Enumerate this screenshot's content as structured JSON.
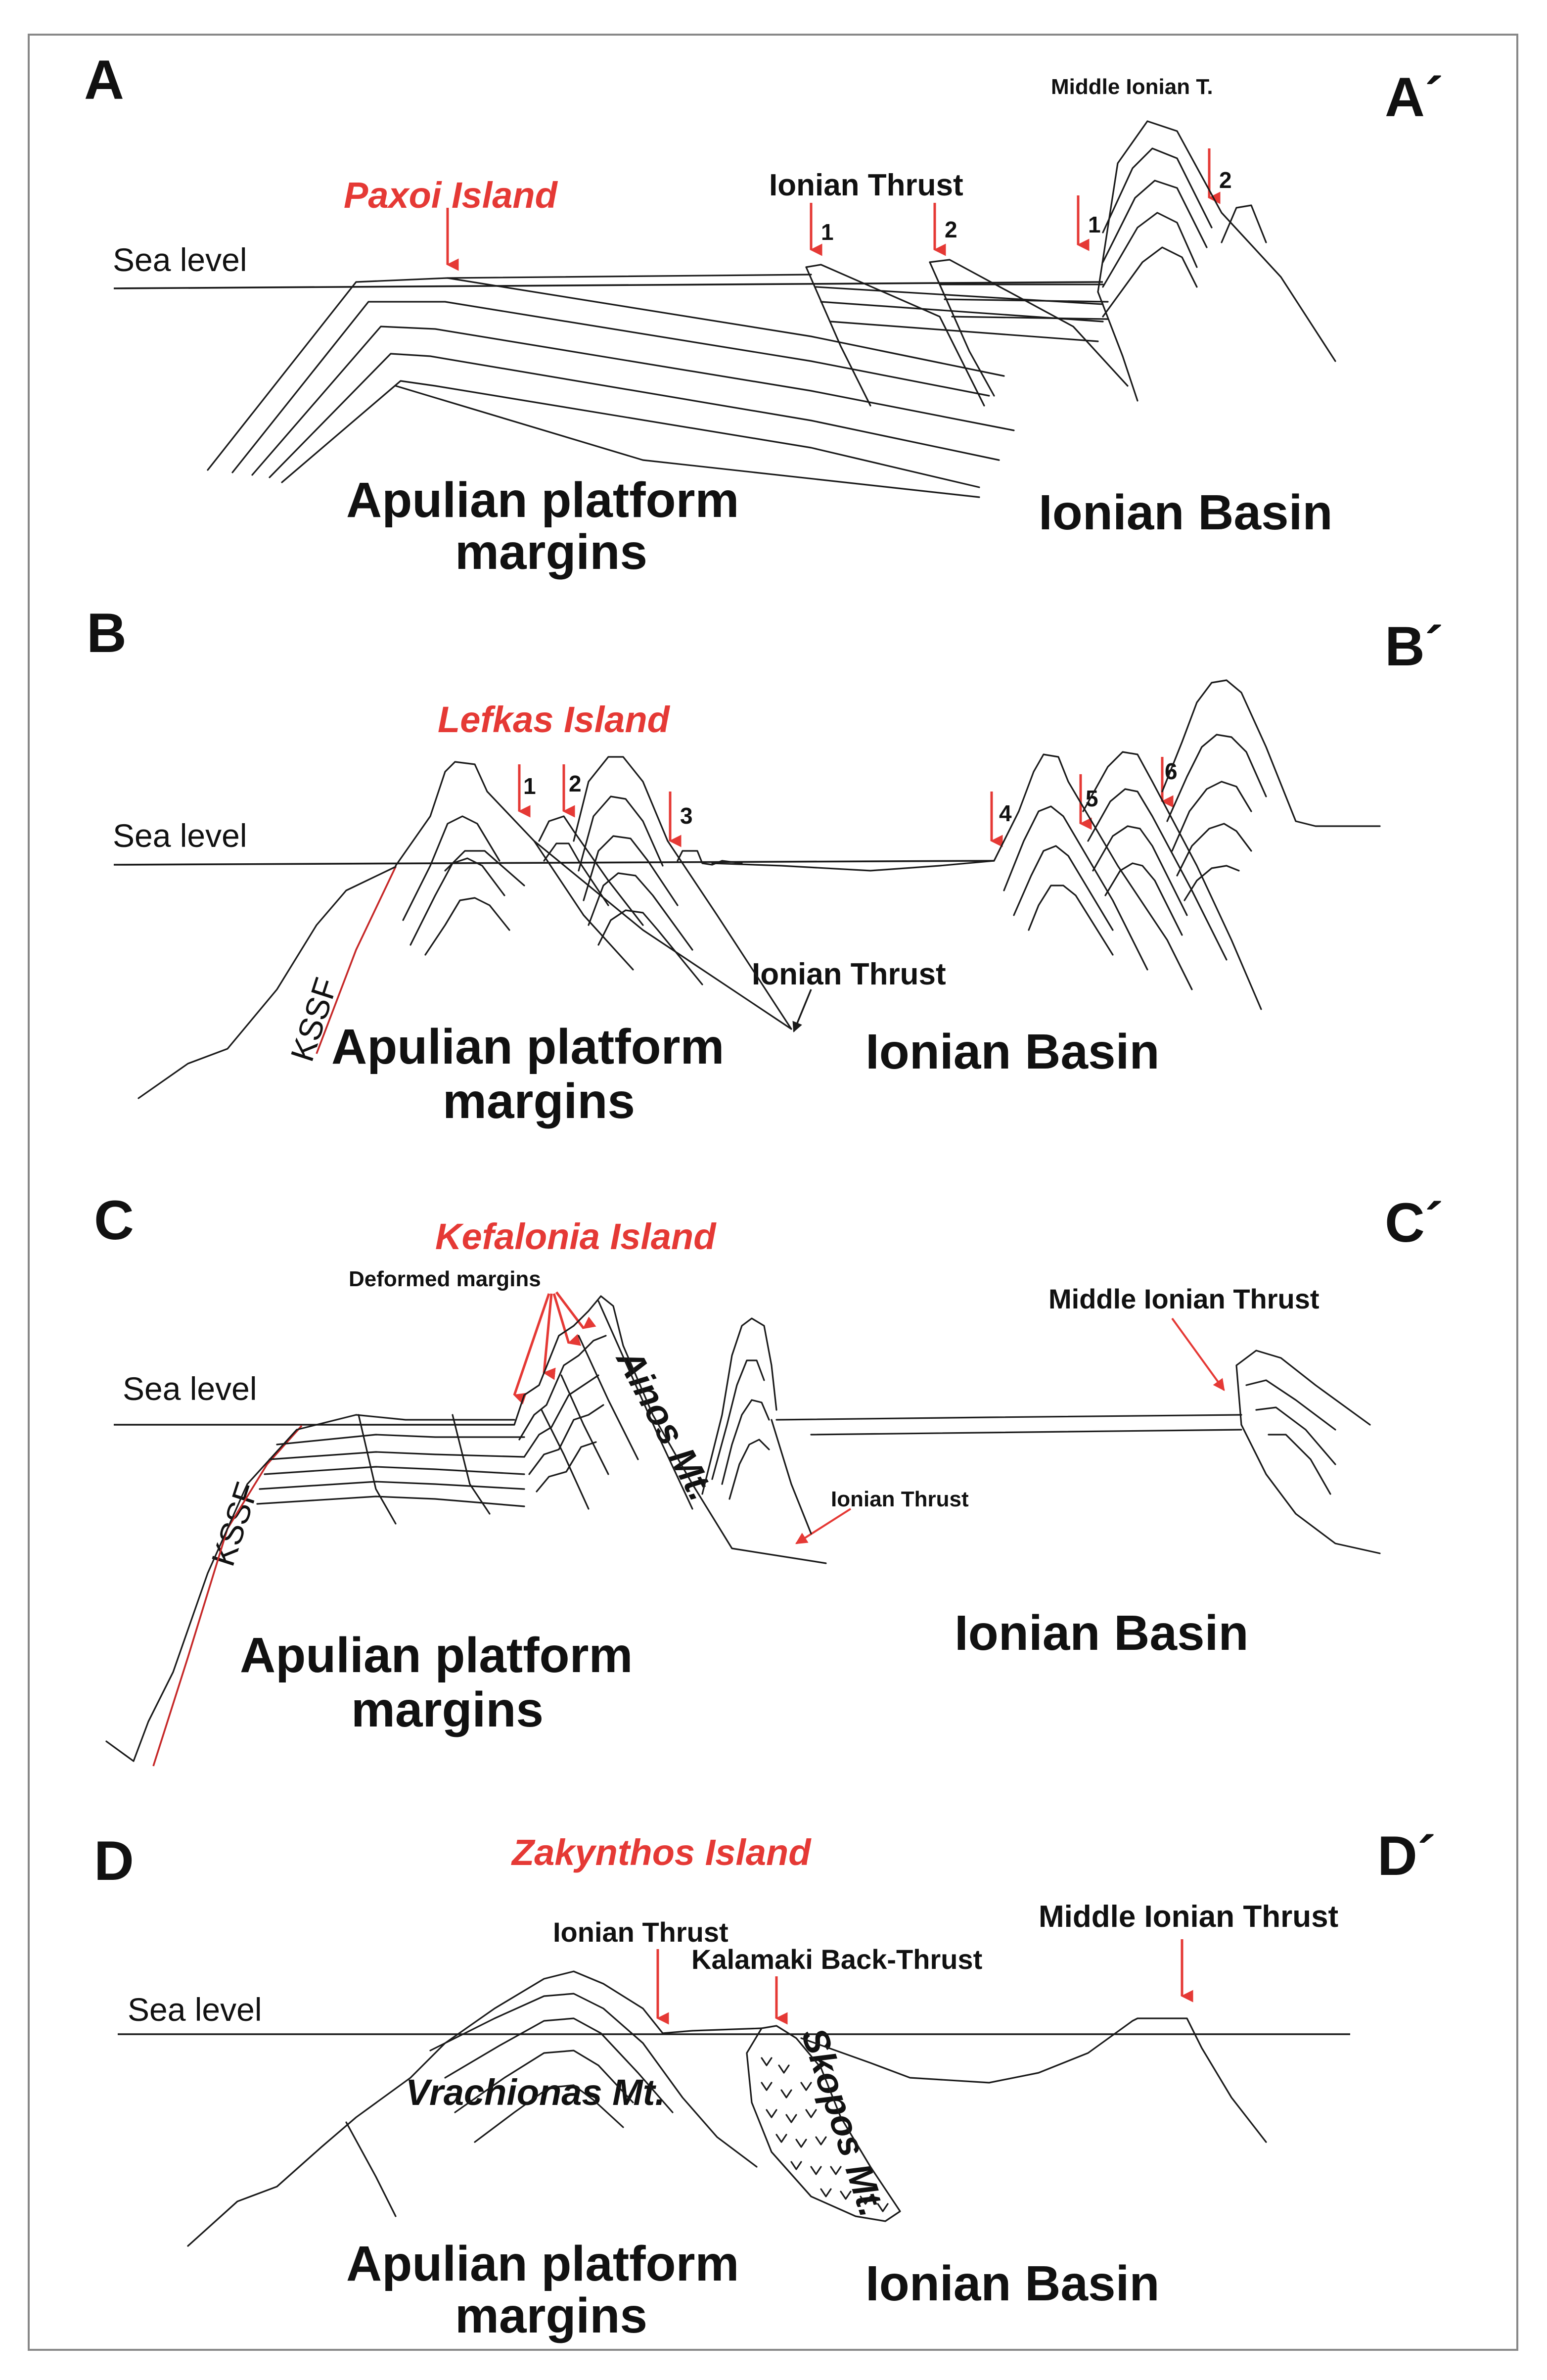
{
  "sections": [
    {
      "id": "A",
      "start_label": "A",
      "end_label": "A´",
      "island": "Paxoi Island",
      "sea_level": "Sea level",
      "thrust_label": "Ionian Thrust",
      "thrust_numbers": [
        "1",
        "2"
      ],
      "middle_label": "Middle Ionian T.",
      "middle_numbers": [
        "1",
        "2"
      ],
      "platform_label_1": "Apulian platform",
      "platform_label_2": "margins",
      "basin_label": "Ionian Basin"
    },
    {
      "id": "B",
      "start_label": "B",
      "end_label": "B´",
      "island": "Lefkas Island",
      "sea_level": "Sea level",
      "numbers": [
        "1",
        "2",
        "3",
        "4",
        "5",
        "6"
      ],
      "thrust_label": "Ionian Thrust",
      "fault_label": "KSSF",
      "platform_label_1": "Apulian platform",
      "platform_label_2": "margins",
      "basin_label": "Ionian Basin"
    },
    {
      "id": "C",
      "start_label": "C",
      "end_label": "C´",
      "island": "Kefalonia Island",
      "sea_level": "Sea level",
      "deformed_label": "Deformed margins",
      "mountain_label": "Ainos Mt.",
      "thrust_label": "Ionian Thrust",
      "middle_label": "Middle Ionian Thrust",
      "fault_label": "KSSF",
      "platform_label_1": "Apulian platform",
      "platform_label_2": "margins",
      "basin_label": "Ionian Basin"
    },
    {
      "id": "D",
      "start_label": "D",
      "end_label": "D´",
      "island": "Zakynthos Island",
      "sea_level": "Sea level",
      "thrust_label": "Ionian Thrust",
      "backthrust_label": "Kalamaki Back-Thrust",
      "middle_label": "Middle Ionian Thrust",
      "mountain_1": "Vrachionas Mt.",
      "mountain_2": "Skopos Mt.",
      "platform_label_1": "Apulian platform",
      "platform_label_2": "margins",
      "basin_label": "Ionian Basin"
    }
  ],
  "colors": {
    "island": "#e53935",
    "arrow": "#e53935",
    "fault": "#c62828",
    "line": "#1a1a1a"
  }
}
